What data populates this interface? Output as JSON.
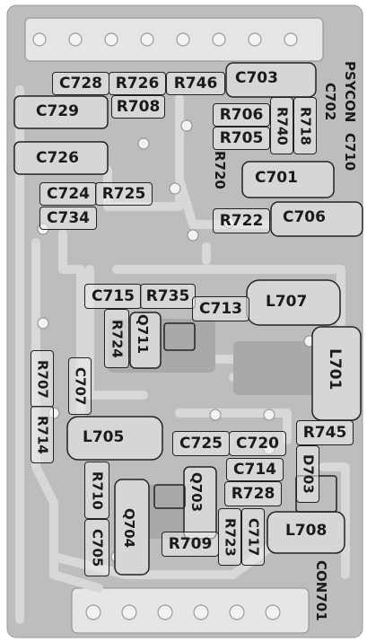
{
  "components": {
    "c728": "C728",
    "r726": "R726",
    "r746": "R746",
    "c703": "C703",
    "c729": "C729",
    "r708": "R708",
    "r706": "R706",
    "r705": "R705",
    "r740": "R740",
    "r718": "R718",
    "c726": "C726",
    "r720": "R720",
    "c701": "C701",
    "c724": "C724",
    "r725": "R725",
    "c734": "C734",
    "r722": "R722",
    "c706": "C706",
    "psycon": "PSYCON",
    "c702": "C702",
    "c710": "C710",
    "c715": "C715",
    "r735": "R735",
    "c713": "C713",
    "l707": "L707",
    "r724": "R724",
    "q711": "Q711",
    "l701": "L701",
    "r707": "R707",
    "r714": "R714",
    "c707": "C707",
    "l705": "L705",
    "r745": "R745",
    "c725": "C725",
    "c720": "C720",
    "d703": "D703",
    "c714": "C714",
    "r710": "R710",
    "q703": "Q703",
    "r728": "R728",
    "c705": "C705",
    "q704": "Q704",
    "r723": "R723",
    "c717": "C717",
    "l708": "L708",
    "r709": "R709",
    "con701": "CON701"
  },
  "colors": {
    "board": "#bdbdbd",
    "trace": "#d9d9d9",
    "copper": "#a8a8a8",
    "silk": "#1a1a1a",
    "outline": "#222222"
  }
}
